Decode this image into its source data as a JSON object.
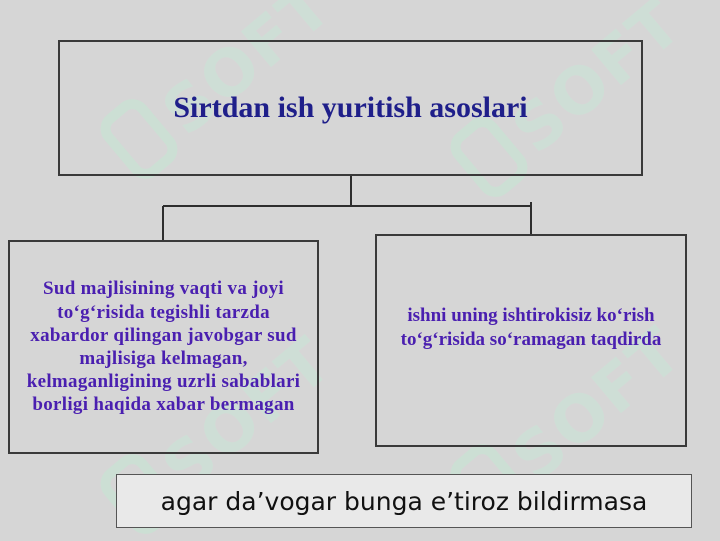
{
  "watermark": {
    "text": "SOFT"
  },
  "title": "Sirtdan ish yuritish asoslari",
  "left_condition": "Sud majlisining vaqti va joyi to‘g‘risida tegishli tarzda xabardor qilingan javobgar sud majlisiga kelmagan, kelmaganligining uzrli sabablari borligi haqida xabar bermagan",
  "right_condition": "ishni uning ishtirokisiz ko‘rish to‘g‘risida so‘ramagan taqdirda",
  "bottom_condition": "agar da’vogar bunga e’tiroz bildirmasa",
  "colors": {
    "title": "#1f1f8a",
    "condition_text": "#4a1fb0",
    "background": "#d6d6d6",
    "watermark": "#c9e6d6"
  }
}
